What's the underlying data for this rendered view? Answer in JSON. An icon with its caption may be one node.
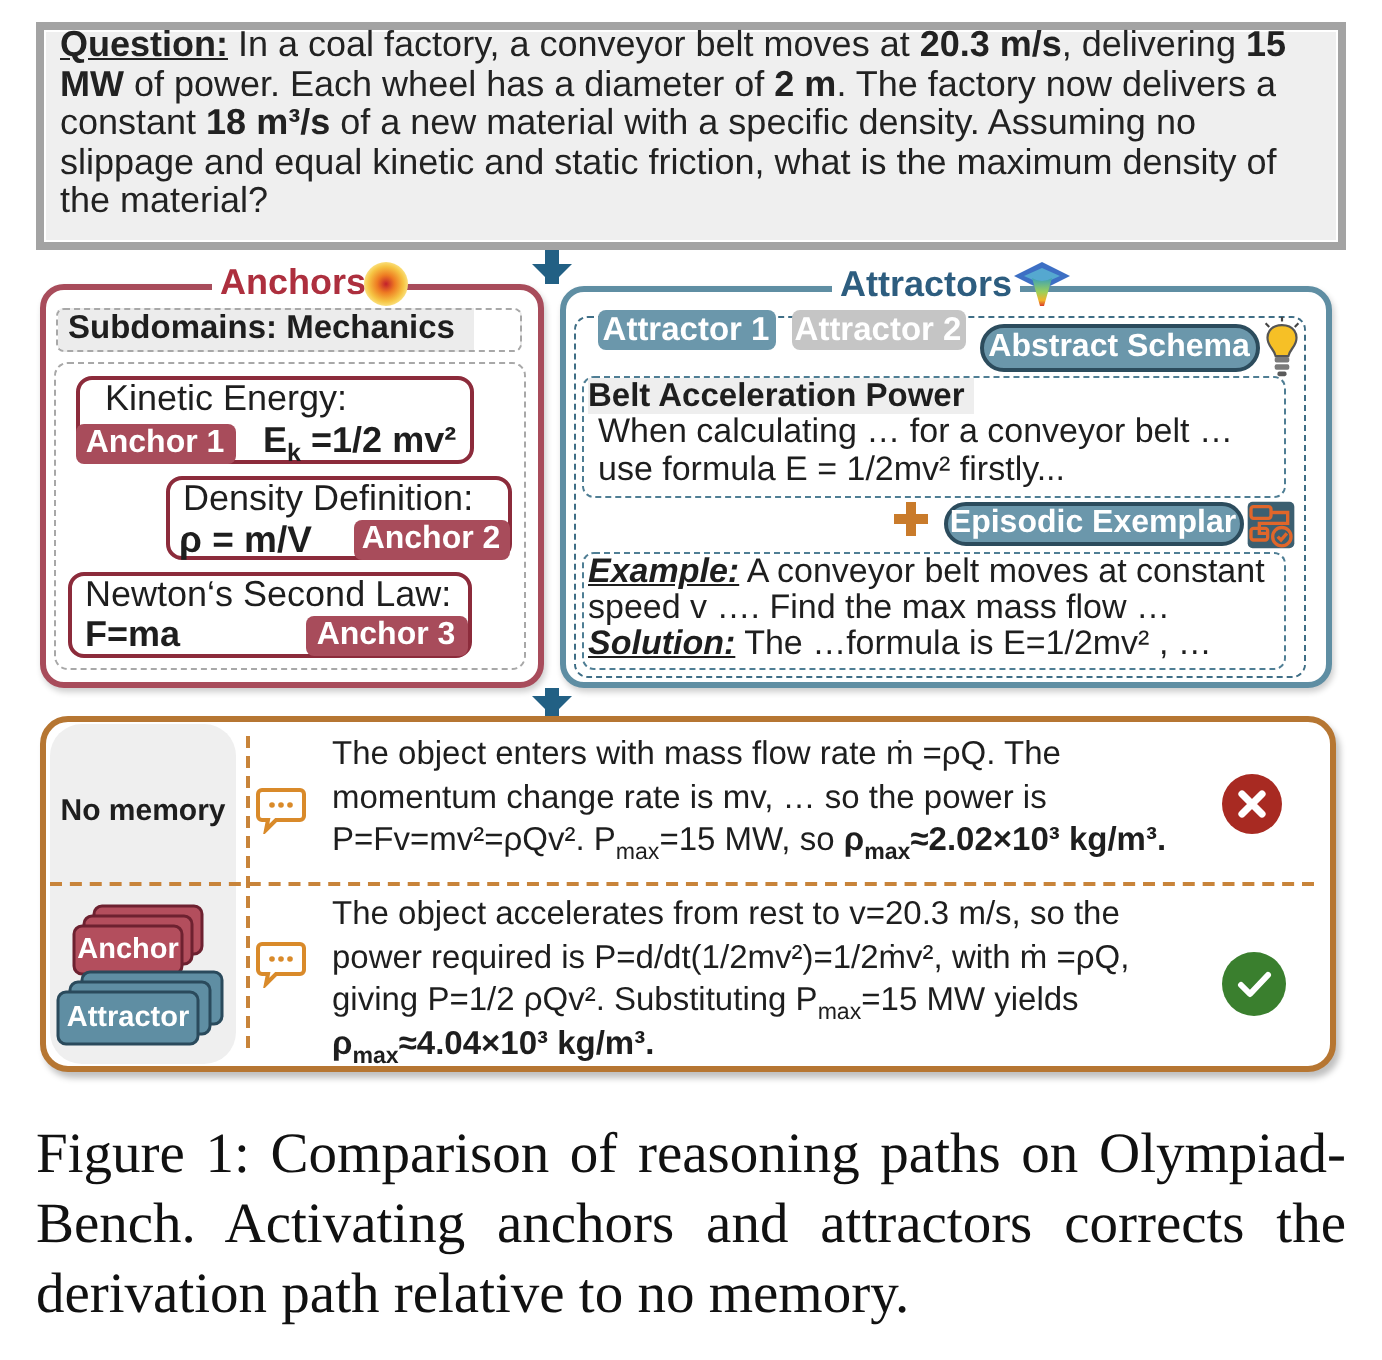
{
  "diagram": {
    "caption": "Figure 1: Comparison of reasoning paths on Olympiad-Bench. Activating anchors and attractors corrects the derivation path relative to no memory.",
    "nodes": [
      {
        "text": [
          "Question:",
          "In a coal factory, a conveyor belt moves at **20.3 m/s**, delivering **15 MW** of power. Each wheel has a diameter of **2 m**. The factory now delivers a constant **18 m³/s** of a new material with a specific density. Assuming no slippage and equal kinetic and static friction, what is the maximum density of the material?"
        ]
      },
      {
        "text": [
          "Anchors"
        ]
      },
      {
        "text": [
          "Subdomains: Mechanics"
        ],
        "in": 1
      },
      {
        "text": [],
        "shape": "box",
        "in": 1
      },
      {
        "text": [
          "Kinetic Energy:",
          "E$_{k}$ =1/2 mv²"
        ],
        "in": 3
      },
      {
        "text": [
          "Anchor 1"
        ],
        "in": 4
      },
      {
        "text": [
          "Density Definition:",
          "ρ = m/V"
        ],
        "in": 3
      },
      {
        "text": [
          "Anchor 2"
        ],
        "in": 6
      },
      {
        "text": [
          "Newton‘s Second Law:",
          "F=ma"
        ],
        "in": 3
      },
      {
        "text": [
          "Anchor 3"
        ],
        "in": 8
      },
      {
        "text": [
          "Attractors"
        ]
      },
      {
        "text": [],
        "shape": "box",
        "in": 10
      },
      {
        "text": [
          "Attractor 1"
        ],
        "in": 11
      },
      {
        "text": [
          "Attractor 2"
        ],
        "in": 11
      },
      {
        "text": [
          "Belt Acceleration Power",
          "When calculating … for a conveyor belt … use formula E = 1/2mv² firstly..."
        ],
        "in": 11
      },
      {
        "text": [
          "Abstract Schema"
        ],
        "in": 11
      },
      {
        "text": [
          "**Example:** A conveyor belt moves at constant speed v …. Find the max mass flow …",
          "**Solution:** The …formula is E=1/2mv² , …"
        ],
        "in": 11
      },
      {
        "text": [
          "Episodic Exemplar"
        ],
        "in": 11
      },
      {
        "text": [
          "The object enters with mass flow rate ṁ =ρQ. The momentum change rate is mv, … so the power is P=Fv=mv²=ρQv². P$_{max}$=15 MW, so **ρ$_{max}$≈2.02×10³ kg/m³.**",
          "The object accelerates from rest to v=20.3 m/s, so the power required is P=d/dt(1/2mv²)=1/2ṁv², with ṁ =ρQ, giving P=1/2 ρQv². Substituting P$_{max}$=15 MW yields **ρ$_{max}$≈4.04×10³ kg/m³.**"
        ]
      },
      {
        "text": [
          "No memory"
        ],
        "in": 18
      },
      {
        "text": [
          "Anchor"
        ],
        "in": 19
      },
      {
        "text": [
          "Attractor"
        ],
        "in": 19
      }
    ],
    "edges": [
      {
        "from": 0,
        "to": 1,
        "arrow": "to"
      },
      {
        "from": 0,
        "to": 10,
        "arrow": "to"
      },
      {
        "from": 1,
        "to": 18,
        "arrow": "to"
      },
      {
        "from": 10,
        "to": 18,
        "arrow": "to"
      }
    ]
  }
}
